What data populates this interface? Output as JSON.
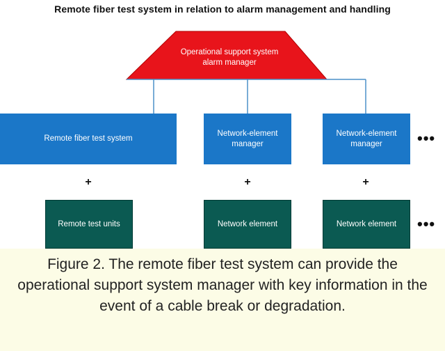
{
  "title": "Remote fiber test system in relation to alarm management and handling",
  "osm": {
    "label_line1": "Operational support system",
    "label_line2": "alarm manager"
  },
  "managers": [
    {
      "label": "Remote fiber test system"
    },
    {
      "label": "Network-element manager"
    },
    {
      "label": "Network-element manager"
    }
  ],
  "elements": [
    {
      "label": "Remote test units"
    },
    {
      "label": "Network element"
    },
    {
      "label": "Network element"
    }
  ],
  "plus_symbol": "+",
  "ellipsis": "•••",
  "caption": "Figure 2. The remote fiber test system can provide the operational support system manager with key information in the event of a cable break or degradation.",
  "colors": {
    "roof": "#e8141b",
    "blue_box": "#1b77c8",
    "green_box": "#0b5a52",
    "connector": "#4a90c8",
    "caption_bg": "#fcfce6"
  }
}
